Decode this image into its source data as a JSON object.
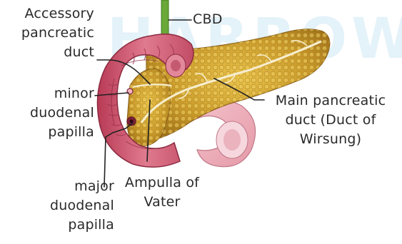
{
  "watermark": "HARROW",
  "labels": {
    "accessory_duct": [
      "Accessory",
      "pancreatic",
      "duct"
    ],
    "cbd": "CBD",
    "minor_papilla": [
      "minor",
      "duodenal",
      "papilla"
    ],
    "major_papilla": [
      "major",
      "duodenal",
      "papilla"
    ],
    "ampulla": [
      "Ampulla of",
      "Vater"
    ],
    "main_duct": [
      "Main pancreatic",
      "duct (Duct of",
      "Wirsung)"
    ]
  }
}
